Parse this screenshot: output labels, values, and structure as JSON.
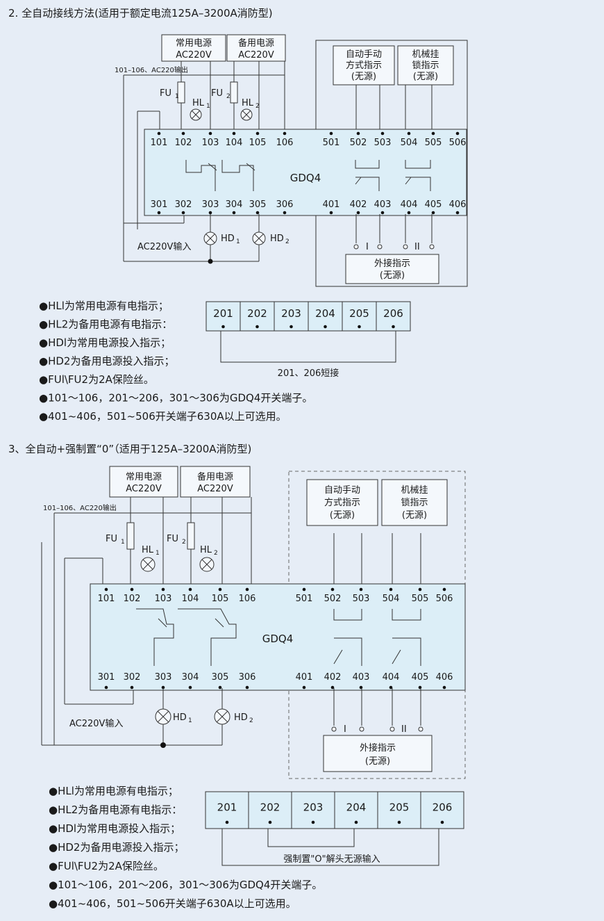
{
  "section2": {
    "title": "2.  全自动接线方法(适用于额定电流125A–3200A消防型)",
    "supply_main": [
      "常用电源",
      "AC220V"
    ],
    "supply_backup": [
      "备用电源",
      "AC220V"
    ],
    "output_note": "101–106、AC220输出",
    "fu1": "FU",
    "fu1_sub": "1",
    "fu2": "FU",
    "fu2_sub": "2",
    "hl1": "HL",
    "hl1_sub": "1",
    "hl2": "HL",
    "hl2_sub": "2",
    "hd1": "HD",
    "hd1_sub": "1",
    "hd2": "HD",
    "hd2_sub": "2",
    "ind_mode": [
      "自动手动",
      "方式指示",
      "(无源)"
    ],
    "ind_lock": [
      "机械挂",
      "锁指示",
      "(无源)"
    ],
    "ext_ind": [
      "外接指示",
      "(无源)"
    ],
    "ind_I": "I",
    "ind_II": "II",
    "module": "GDQ4",
    "top_terms": [
      "101",
      "102",
      "103",
      "104",
      "105",
      "106",
      "501",
      "502",
      "503",
      "504",
      "505",
      "506"
    ],
    "bot_terms": [
      "301",
      "302",
      "303",
      "304",
      "305",
      "306",
      "401",
      "402",
      "403",
      "404",
      "405",
      "406"
    ],
    "ac_input": "AC220V输入",
    "cells": [
      "201",
      "202",
      "203",
      "204",
      "205",
      "206"
    ],
    "short_note": "201、206短接",
    "bullets": [
      "●HLl为常用电源有电指示；",
      "●HL2为备用电源有电指示：",
      "●HDl为常用电源投入指示；",
      "●HD2为备用电源投入指示；",
      "●FUl\\FU2为2A保险丝。",
      "●101～106，201～206，301～306为GDQ4开关端子。",
      "●401~406，501~506开关端子630A以上可选用。"
    ]
  },
  "section3": {
    "title": "3、全自动+强制置“0”（适用于125A–3200A消防型)",
    "supply_main": [
      "常用电源",
      "AC220V"
    ],
    "supply_backup": [
      "备用电源",
      "AC220V"
    ],
    "output_note": "101–106、AC220输出",
    "fu1": "FU",
    "fu1_sub": "1",
    "fu2": "FU",
    "fu2_sub": "2",
    "hl1": "HL",
    "hl1_sub": "1",
    "hl2": "HL",
    "hl2_sub": "2",
    "hd1": "HD",
    "hd1_sub": "1",
    "hd2": "HD",
    "hd2_sub": "2",
    "ind_mode": [
      "自动手动",
      "方式指示",
      "(无源)"
    ],
    "ind_lock": [
      "机械挂",
      "锁指示",
      "(无源)"
    ],
    "ext_ind": [
      "外接指示",
      "(无源)"
    ],
    "ind_I": "I",
    "ind_II": "II",
    "module": "GDQ4",
    "top_terms": [
      "101",
      "102",
      "103",
      "104",
      "105",
      "106",
      "501",
      "502",
      "503",
      "504",
      "505",
      "506"
    ],
    "bot_terms": [
      "301",
      "302",
      "303",
      "304",
      "305",
      "306",
      "401",
      "402",
      "403",
      "404",
      "405",
      "406"
    ],
    "ac_input": "AC220V输入",
    "cells": [
      "201",
      "202",
      "203",
      "204",
      "205",
      "206"
    ],
    "force_note": "强制置\"O\"解头无源输入",
    "bullets": [
      "●HLl为常用电源有电指示；",
      "●HL2为备用电源有电指示：",
      "●HDl为常用电源投入指示；",
      "●HD2为备用电源投入指示；",
      "●FUl\\FU2为2A保险丝。",
      "●101～106，201～206，301～306为GDQ4开关端子。",
      "●401~406，501~506开关端子630A以上可选用。"
    ]
  }
}
